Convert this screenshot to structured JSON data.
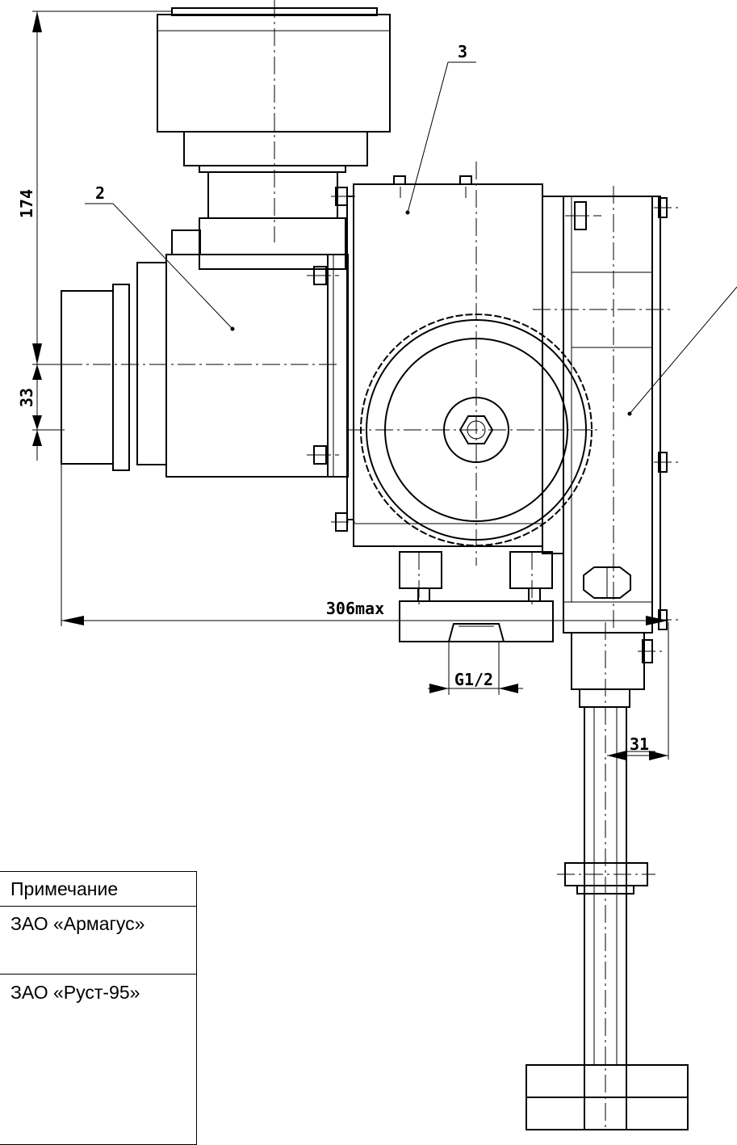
{
  "drawing": {
    "dimensions": {
      "height_top": "174",
      "offset": "33",
      "width_max": "306max",
      "right_offset": "31",
      "thread": "G1/2"
    },
    "callouts": [
      "2",
      "3"
    ]
  },
  "notes_table": {
    "header": "Примечание",
    "rows": [
      "ЗАО «Армагус»",
      "ЗАО «Руст-95»"
    ]
  }
}
